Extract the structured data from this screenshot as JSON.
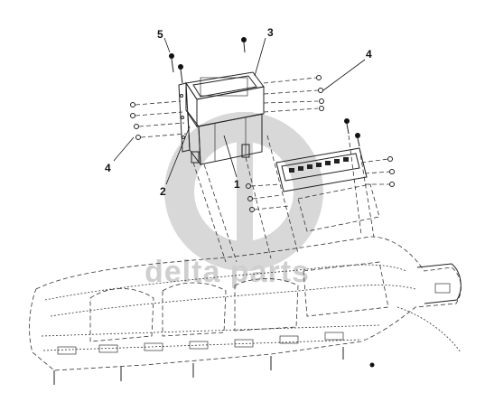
{
  "callouts": [
    {
      "id": "1",
      "text": "1"
    },
    {
      "id": "2",
      "text": "2"
    },
    {
      "id": "3",
      "text": "3"
    },
    {
      "id": "4a",
      "text": "4"
    },
    {
      "id": "4b",
      "text": "4"
    },
    {
      "id": "5",
      "text": "5"
    }
  ],
  "watermark": {
    "text": "delta parts",
    "color": "#d0d0d0"
  }
}
